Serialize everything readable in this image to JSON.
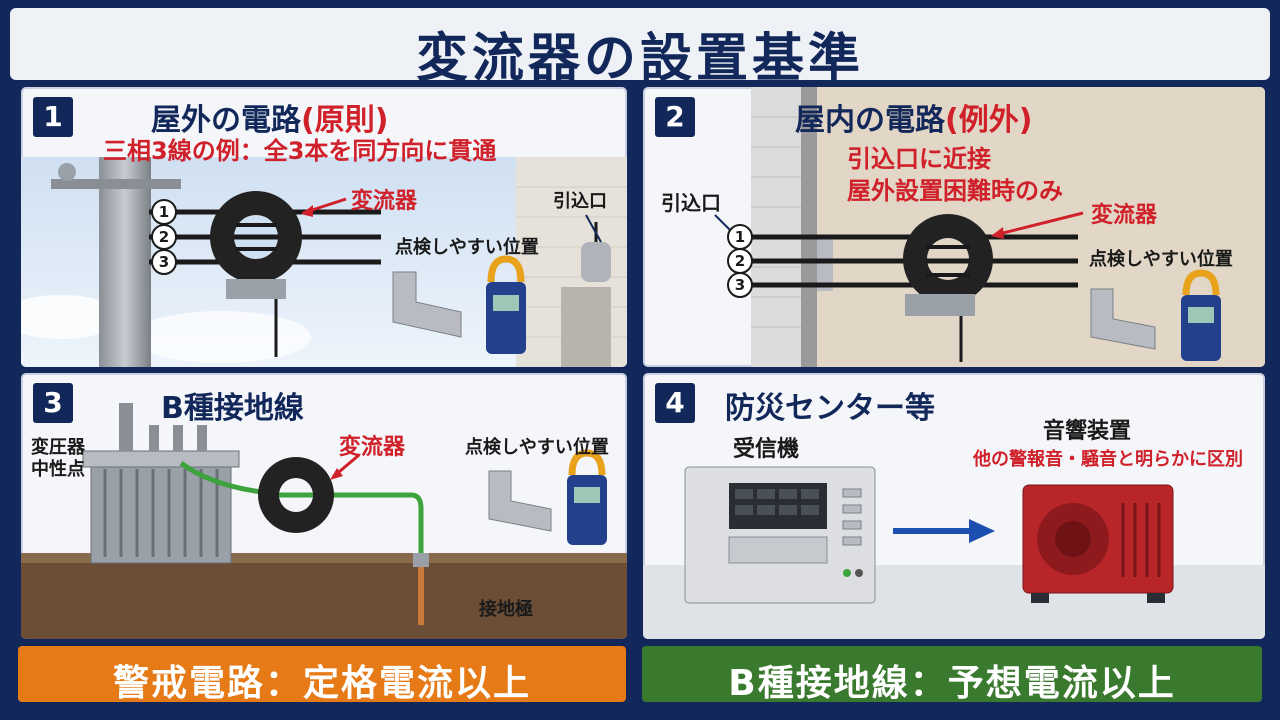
{
  "title": "変流器の設置基準",
  "panels": [
    {
      "number": "1",
      "heading": "屋外の電路",
      "heading_note": "(原則)",
      "subheading": "三相3線の例：全3本を同方向に貫通",
      "ct_label": "変流器",
      "entry_label": "引込口",
      "inspect_label": "点検しやすい位置",
      "wire_numbers": [
        "1",
        "2",
        "3"
      ]
    },
    {
      "number": "2",
      "heading": "屋内の電路",
      "heading_note": "(例外)",
      "note_line1": "引込口に近接",
      "note_line2": "屋外設置困難時のみ",
      "entry_label": "引込口",
      "ct_label": "変流器",
      "inspect_label": "点検しやすい位置",
      "wire_numbers": [
        "1",
        "2",
        "3"
      ]
    },
    {
      "number": "3",
      "heading": "B種接地線",
      "transformer_label_line1": "変圧器",
      "transformer_label_line2": "中性点",
      "ct_label": "変流器",
      "inspect_label": "点検しやすい位置",
      "ground_label": "接地極"
    },
    {
      "number": "4",
      "heading": "防災センター等",
      "receiver_label": "受信機",
      "alarm_label": "音響装置",
      "alarm_note": "他の警報音・騒音と明らかに区別"
    }
  ],
  "footer": {
    "left": "警戒電路：定格電流以上",
    "right": "B種接地線：予想電流以上"
  },
  "colors": {
    "navy": "#13285a",
    "red": "#d0202a",
    "orange": "#e67a17",
    "green": "#3a7a2e",
    "blue_arrow": "#1c4fb0"
  }
}
